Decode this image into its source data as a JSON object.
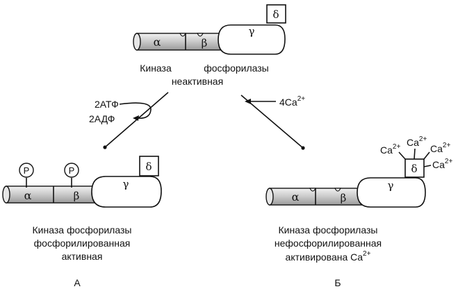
{
  "colors": {
    "stroke": "#111111",
    "shade_light": "#f1f1f1",
    "shade_dark": "#9a9a9a",
    "background": "#ffffff"
  },
  "greek": {
    "alpha": "α",
    "beta": "β",
    "gamma": "γ",
    "delta": "δ"
  },
  "top": {
    "word_kinase": "Киназа",
    "word_phosphorylase": "фосфорилазы",
    "state": "неактивная"
  },
  "reactions": {
    "atp": "2АТФ",
    "adp": "2АДФ",
    "calcium_base": "4Ca",
    "calcium_charge": "2+"
  },
  "phospho_badge": "P",
  "ion": {
    "base": "Ca",
    "charge": "2+"
  },
  "left": {
    "caption_line1": "Киназа фосфорилазы",
    "caption_line2": "фосфорилированная",
    "caption_line3": "активная",
    "letter": "А"
  },
  "right": {
    "caption_line1": "Киназа фосфорилазы",
    "caption_line2": "нефосфорилированная",
    "caption_line3_base": "активирована Ca",
    "caption_line3_charge": "2+",
    "letter": "Б"
  }
}
